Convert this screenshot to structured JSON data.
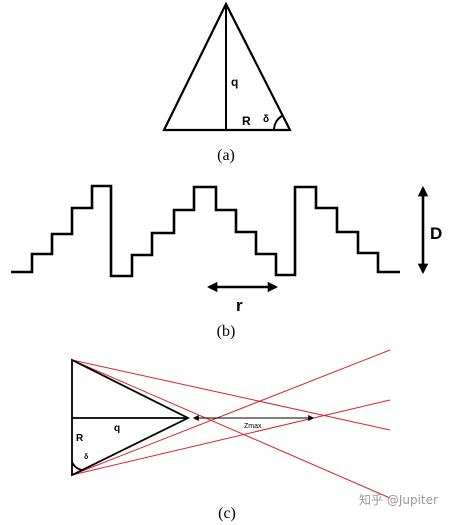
{
  "panel_a": {
    "label_q": "q",
    "label_R": "R",
    "label_delta": "δ",
    "caption": "(a)"
  },
  "panel_b": {
    "label_D": "D",
    "label_r": "r",
    "caption": "(b)"
  },
  "panel_c": {
    "label_q": "q",
    "label_R": "R",
    "label_delta": "δ",
    "label_zmax": "Zmax",
    "caption": "(c)"
  },
  "watermark": "知乎 @Jupiter",
  "colors": {
    "line": "#000000",
    "ray": "#d9232d",
    "watermark": "#9a9a9a"
  }
}
